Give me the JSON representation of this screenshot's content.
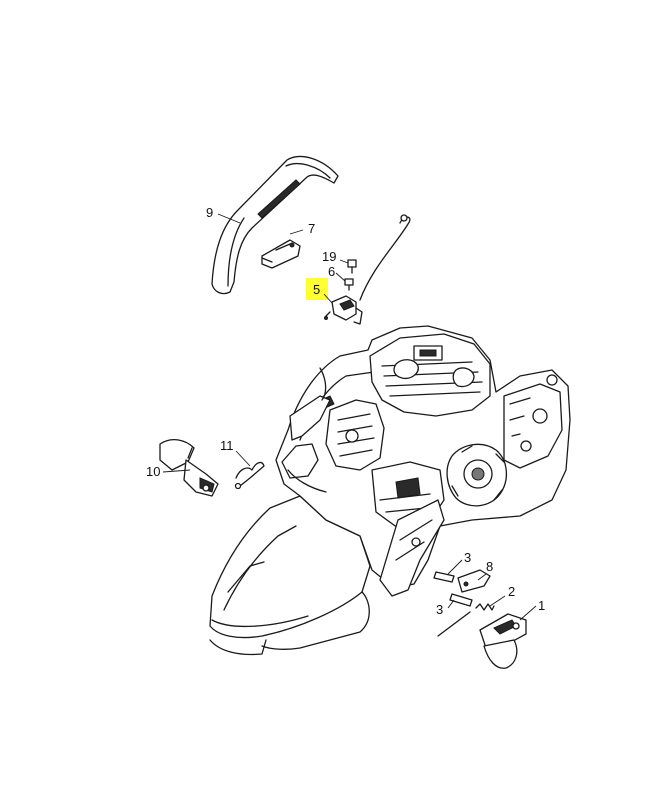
{
  "highlight_color": "#ffff33",
  "highlighted_label": "5",
  "labels": {
    "part_9": "9",
    "part_7": "7",
    "part_19": "19",
    "part_6": "6",
    "part_5": "5",
    "part_11": "11",
    "part_10": "10",
    "part_3a": "3",
    "part_8": "8",
    "part_2": "2",
    "part_3b": "3",
    "part_1": "1"
  }
}
